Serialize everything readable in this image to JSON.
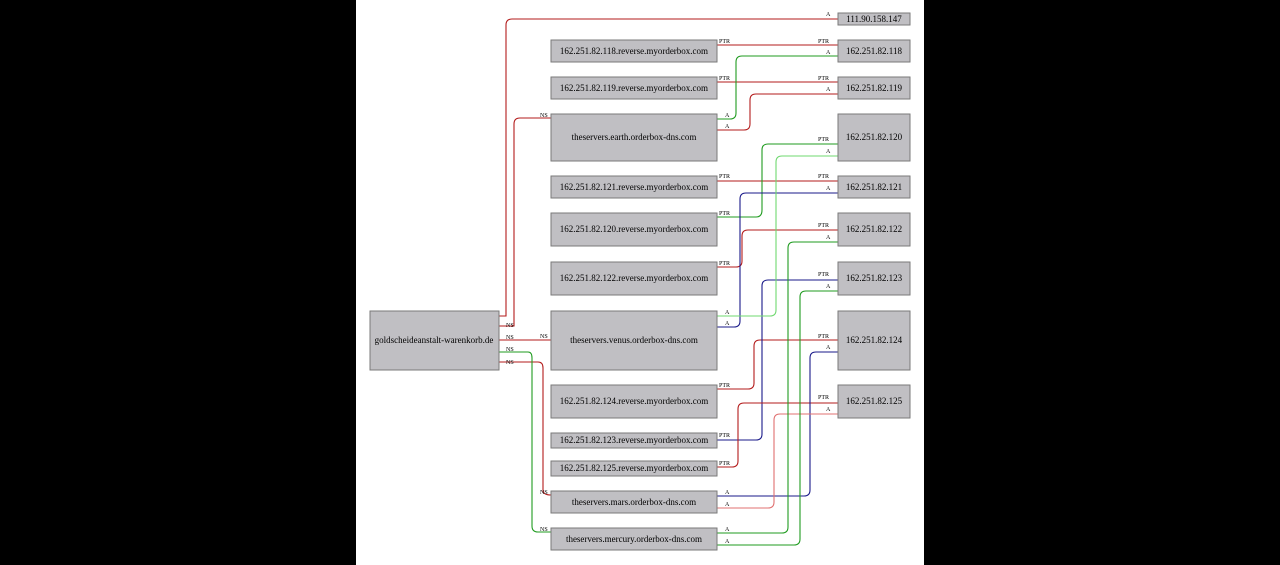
{
  "colors": {
    "ns": "#9b1b1b",
    "ptr": "#b31b1b",
    "a": "#1f9b1f",
    "a2": "#1a1a8a",
    "red": "#b31b1b",
    "green": "#1f9b1f",
    "blue": "#1a1a8a",
    "lightred": "#e07070",
    "lightgreen": "#6fd86f",
    "node_fill": "#c0bfc3"
  },
  "nodes": {
    "domain": "goldscheideanstalt-warenkorb.de",
    "earth": "theservers.earth.orderbox-dns.com",
    "venus": "theservers.venus.orderbox-dns.com",
    "mars": "theservers.mars.orderbox-dns.com",
    "mercury": "theservers.mercury.orderbox-dns.com",
    "rev118": "162.251.82.118.reverse.myorderbox.com",
    "rev119": "162.251.82.119.reverse.myorderbox.com",
    "rev121": "162.251.82.121.reverse.myorderbox.com",
    "rev120": "162.251.82.120.reverse.myorderbox.com",
    "rev122": "162.251.82.122.reverse.myorderbox.com",
    "rev124": "162.251.82.124.reverse.myorderbox.com",
    "rev123": "162.251.82.123.reverse.myorderbox.com",
    "rev125": "162.251.82.125.reverse.myorderbox.com",
    "ip147": "111.90.158.147",
    "ip118": "162.251.82.118",
    "ip119": "162.251.82.119",
    "ip120": "162.251.82.120",
    "ip121": "162.251.82.121",
    "ip122": "162.251.82.122",
    "ip123": "162.251.82.123",
    "ip124": "162.251.82.124",
    "ip125": "162.251.82.125"
  },
  "edge_labels": {
    "ns": "NS",
    "ptr": "PTR",
    "a": "A"
  }
}
